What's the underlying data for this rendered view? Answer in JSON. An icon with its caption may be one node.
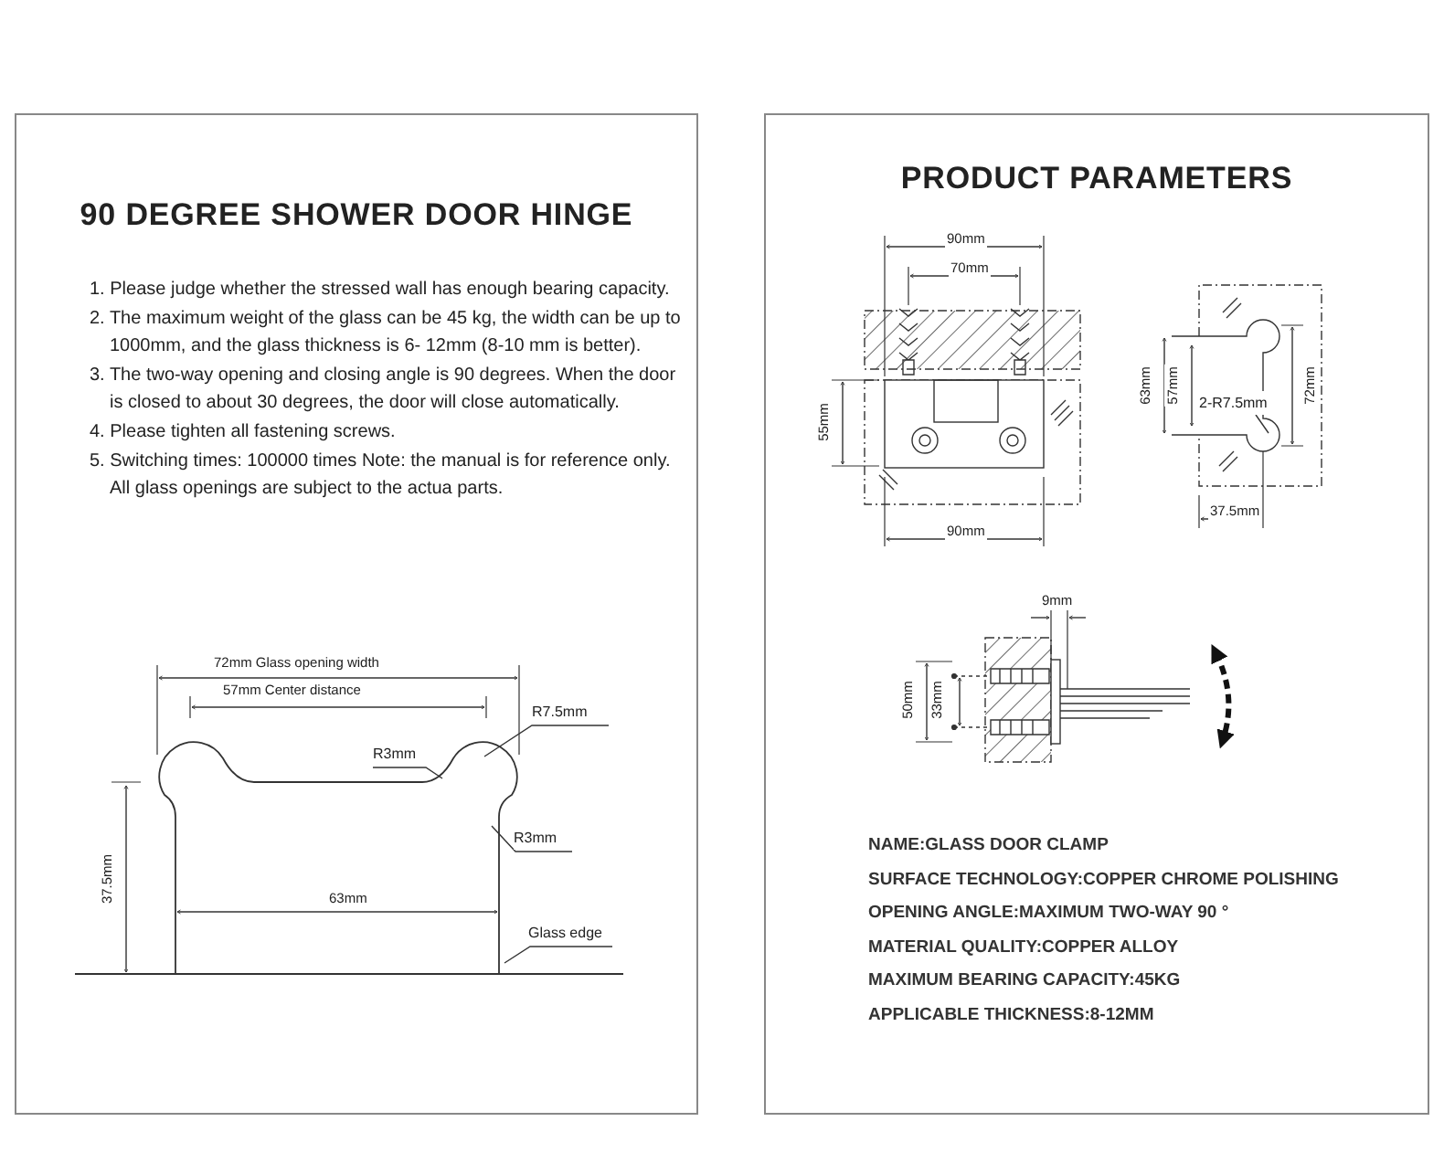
{
  "diagram": {
    "nodes": [
      {
        "text": [
          "90 DEGREE SHOWER DOOR HINGE",
          "1. Please judge whether the stressed wall has enough bearing capacity.",
          "2. The maximum weight of the glass can be 45 kg, the width can be up to 1000mm, and the glass thickness is 6- 12mm (8-10 mm is better).",
          "3. The two-way opening and closing angle is 90 degrees. When the door is closed to about 30 degrees, the door will close automatically.",
          "4. Please tighten all fastening screws.",
          "5. Switching times: 100000 times Note: the manual is for reference only. All glass openings are subject to the actua parts."
        ]
      },
      {
        "text": [
          "PRODUCT PARAMETERS",
          "NAME:GLASS DOOR CLAMP",
          "SURFACE TECHNOLOGY:COPPER CHROME POLISHING",
          "OPENING ANGLE:MAXIMUM TWO-WAY 90 °",
          "MATERIAL QUALITY:COPPER ALLOY",
          "MAXIMUM BEARING CAPACITY:45KG",
          "APPLICABLE THICKNESS:8-12MM"
        ]
      },
      {
        "text": [
          "R7.5mm"
        ],
        "in": 0
      },
      {
        "text": [
          "R3mm"
        ],
        "in": 0
      },
      {
        "text": [
          "R3mm"
        ],
        "in": 0
      },
      {
        "text": [
          "Glass edge"
        ],
        "in": 0
      },
      {
        "text": [
          "2-R7.5mm"
        ],
        "in": 1
      }
    ],
    "edges": [
      {
        "from": 2,
        "to": null,
        "arrow": "none"
      },
      {
        "from": 3,
        "to": null,
        "arrow": "none"
      },
      {
        "from": 4,
        "to": null,
        "arrow": "none"
      },
      {
        "from": 5,
        "to": null,
        "arrow": "none"
      },
      {
        "from": 6,
        "to": null,
        "arrow": "none"
      }
    ],
    "labels": [
      "72mm Glass opening width",
      "57mm Center distance",
      "37.5mm",
      "63mm",
      "90mm",
      "70mm",
      "55mm",
      "90mm",
      "63mm",
      "57mm",
      "72mm",
      "37.5mm",
      "9mm",
      "50mm",
      "33mm"
    ]
  }
}
